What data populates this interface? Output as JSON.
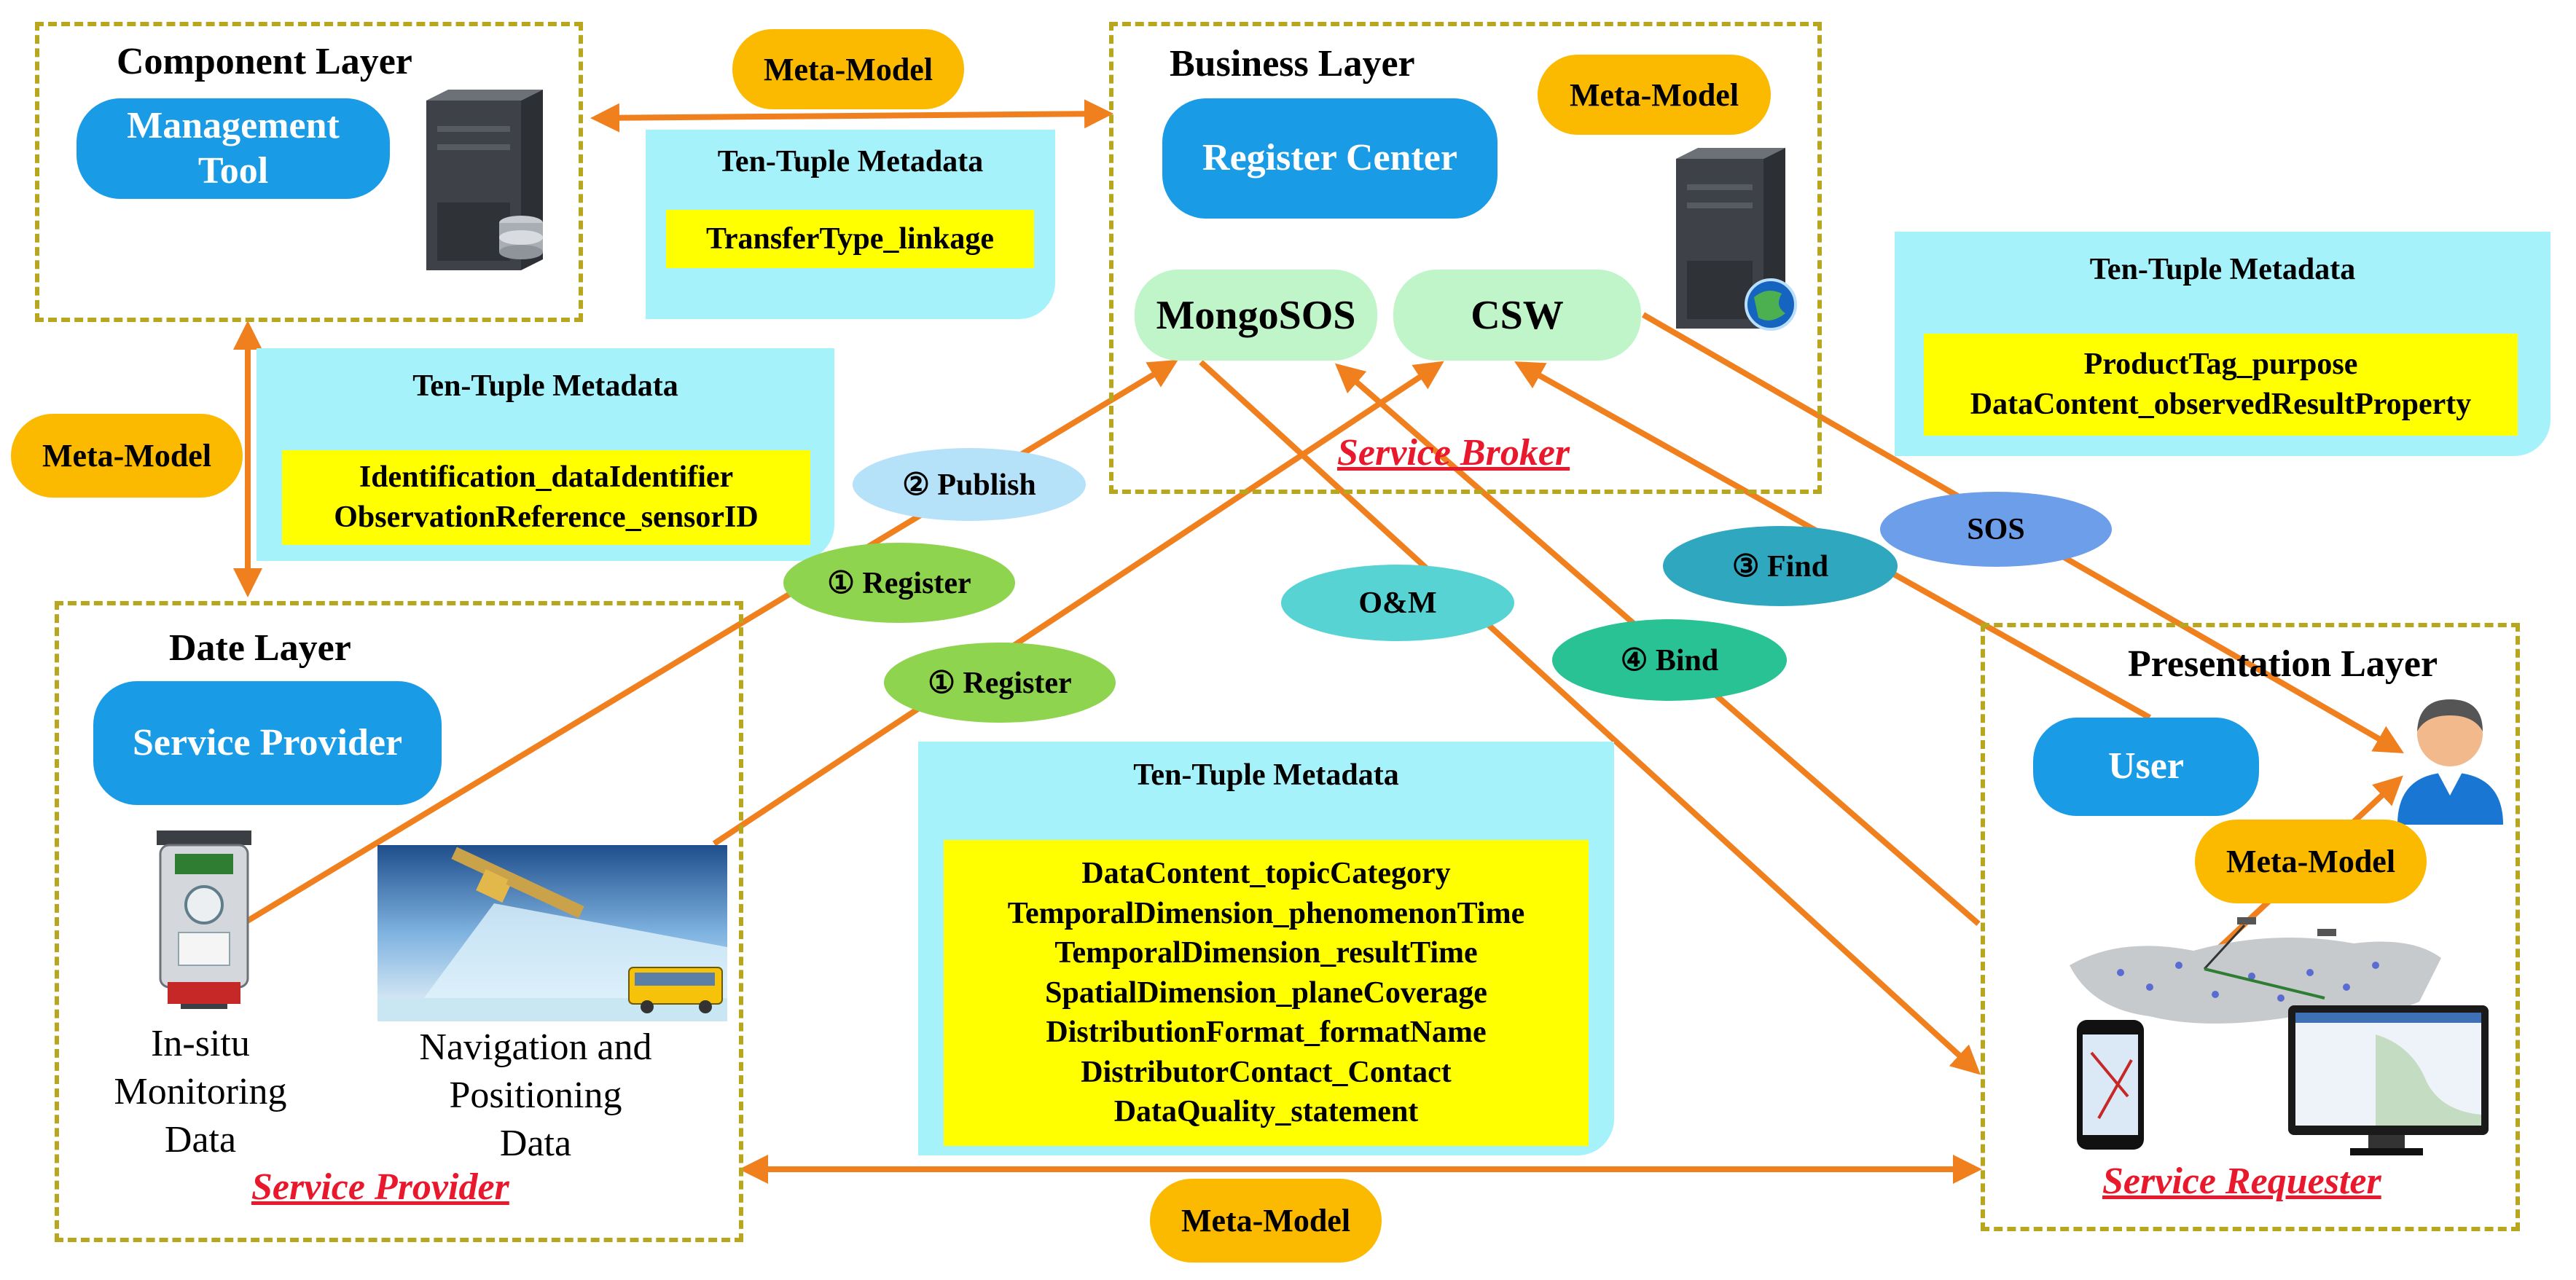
{
  "layers": {
    "component": {
      "title": "Component  Layer",
      "pill": [
        "Management",
        "Tool"
      ]
    },
    "business": {
      "title": "Business Layer",
      "pill": "Register Center",
      "broker": "Service Broker"
    },
    "data": {
      "title": "Date Layer",
      "pill": "Service Provider",
      "provider": "Service Provider"
    },
    "presentation": {
      "title": "Presentation Layer",
      "pill": "User",
      "requester": "Service Requester"
    }
  },
  "services": {
    "mongosos": "MongoSOS",
    "csw": "CSW"
  },
  "meta_model": "Meta-Model",
  "metadata": {
    "title": "Ten-Tuple Metadata",
    "top": [
      "TransferType_linkage"
    ],
    "left": [
      "Identification_dataIdentifier",
      "ObservationReference_sensorID"
    ],
    "right": [
      "ProductTag_purpose",
      "DataContent_observedResultProperty"
    ],
    "center": [
      "DataContent_topicCategory",
      "TemporalDimension_phenomenonTime",
      "TemporalDimension_resultTime",
      "SpatialDimension_planeCoverage",
      "DistributionFormat_formatName",
      "DistributorContact_Contact",
      "DataQuality_statement"
    ]
  },
  "ops": {
    "publish": "② Publish",
    "register": "① Register",
    "om": "O&M",
    "find": "③ Find",
    "bind": "④ Bind",
    "sos": "SOS"
  },
  "captions": {
    "insitu": [
      "In-situ",
      "Monitoring",
      "Data"
    ],
    "navigation": [
      "Navigation and",
      "Positioning",
      "Data"
    ]
  },
  "colors": {
    "layer_border": "#b8a61e",
    "pill_blue": "#1a9be6",
    "meta_model": "#fbb900",
    "metadata_box": "#a6f2fb",
    "highlight": "#ffff00",
    "arrow": "#f07f1e",
    "service_green": "#bff5c8",
    "link_red": "#e8192c"
  },
  "icons": [
    "server-tower-icon",
    "server-globe-icon",
    "user-person-icon",
    "sensor-device-icon",
    "satellite-scene-icon",
    "map-devices-icon"
  ]
}
